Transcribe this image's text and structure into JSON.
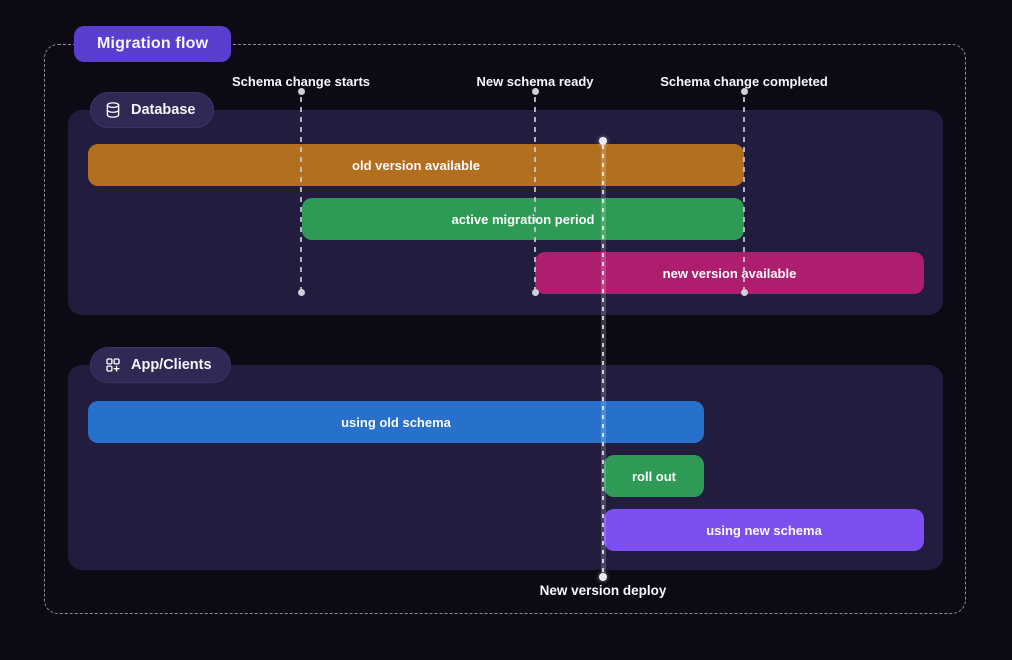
{
  "title": "Migration flow",
  "colors": {
    "page_bg": "#0d0a16",
    "panel_bg": "#221d3e",
    "title_badge_bg": "#5a3ed0",
    "section_badge_bg": "#2e2955",
    "guide_line": "#cbcbd8",
    "deploy_line": "#ffffff"
  },
  "timeline": {
    "milestones": [
      {
        "label": "Schema change starts"
      },
      {
        "label": "New schema ready"
      },
      {
        "label": "Schema change completed"
      }
    ],
    "deploy_label": "New version deploy"
  },
  "sections": [
    {
      "name": "Database",
      "icon": "database-icon",
      "bars": [
        {
          "label": "old version available",
          "color": "#b26f1d"
        },
        {
          "label": "active migration period",
          "color": "#2f9a55"
        },
        {
          "label": "new version available",
          "color": "#ad1f6e"
        }
      ]
    },
    {
      "name": "App/Clients",
      "icon": "apps-icon",
      "bars": [
        {
          "label": "using old schema",
          "color": "#2771cc"
        },
        {
          "label": "roll out",
          "color": "#2f9a55"
        },
        {
          "label": "using new schema",
          "color": "#7c4ff0"
        }
      ]
    }
  ]
}
